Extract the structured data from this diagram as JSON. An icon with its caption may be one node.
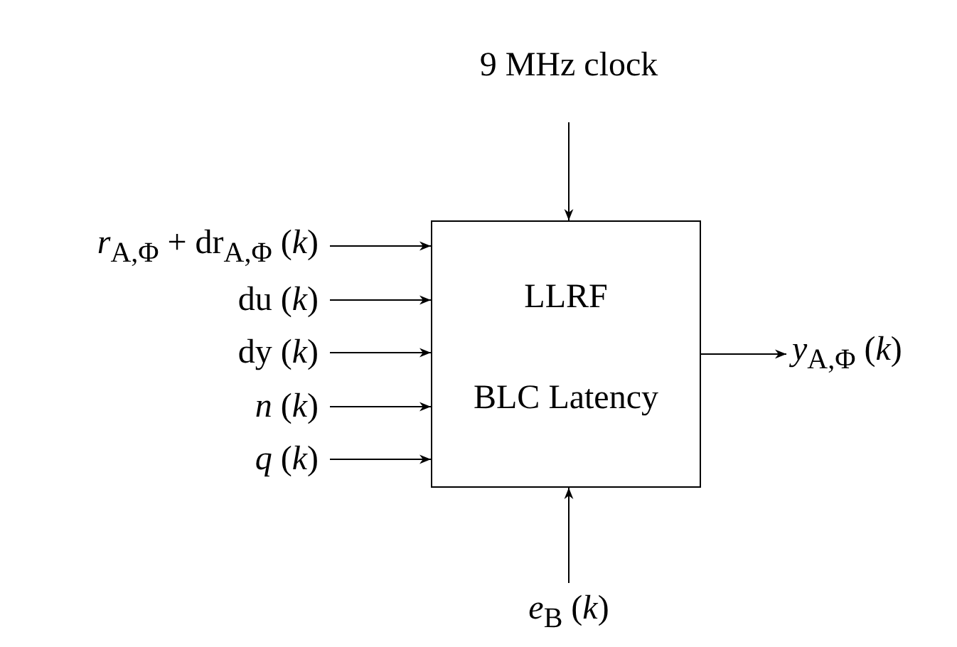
{
  "diagram": {
    "nodes": [
      {
        "text": [
          "9 MHz clock"
        ]
      },
      {
        "text": [
          "LLRF",
          "BLC Latency"
        ]
      },
      {
        "text": [
          "*r*$_{A,Φ}$ + dr$_{A,Φ}$ (*k*)"
        ]
      },
      {
        "text": [
          "du (*k*)"
        ]
      },
      {
        "text": [
          "dy (*k*)"
        ]
      },
      {
        "text": [
          "*n* (*k*)"
        ]
      },
      {
        "text": [
          "*q* (*k*)"
        ]
      },
      {
        "text": [
          "*y*$_{A,Φ}$ (*k*)"
        ]
      },
      {
        "text": [
          "*e*$_{B}$ (*k*)"
        ]
      }
    ],
    "edges": [
      {
        "from": 0,
        "to": 1,
        "arrow": "to"
      },
      {
        "from": 2,
        "to": 1,
        "arrow": "to"
      },
      {
        "from": 3,
        "to": 1,
        "arrow": "to"
      },
      {
        "from": 4,
        "to": 1,
        "arrow": "to"
      },
      {
        "from": 5,
        "to": 1,
        "arrow": "to"
      },
      {
        "from": 6,
        "to": 1,
        "arrow": "to"
      },
      {
        "from": 1,
        "to": 7,
        "arrow": "to"
      },
      {
        "from": 8,
        "to": 1,
        "arrow": "to"
      }
    ]
  }
}
